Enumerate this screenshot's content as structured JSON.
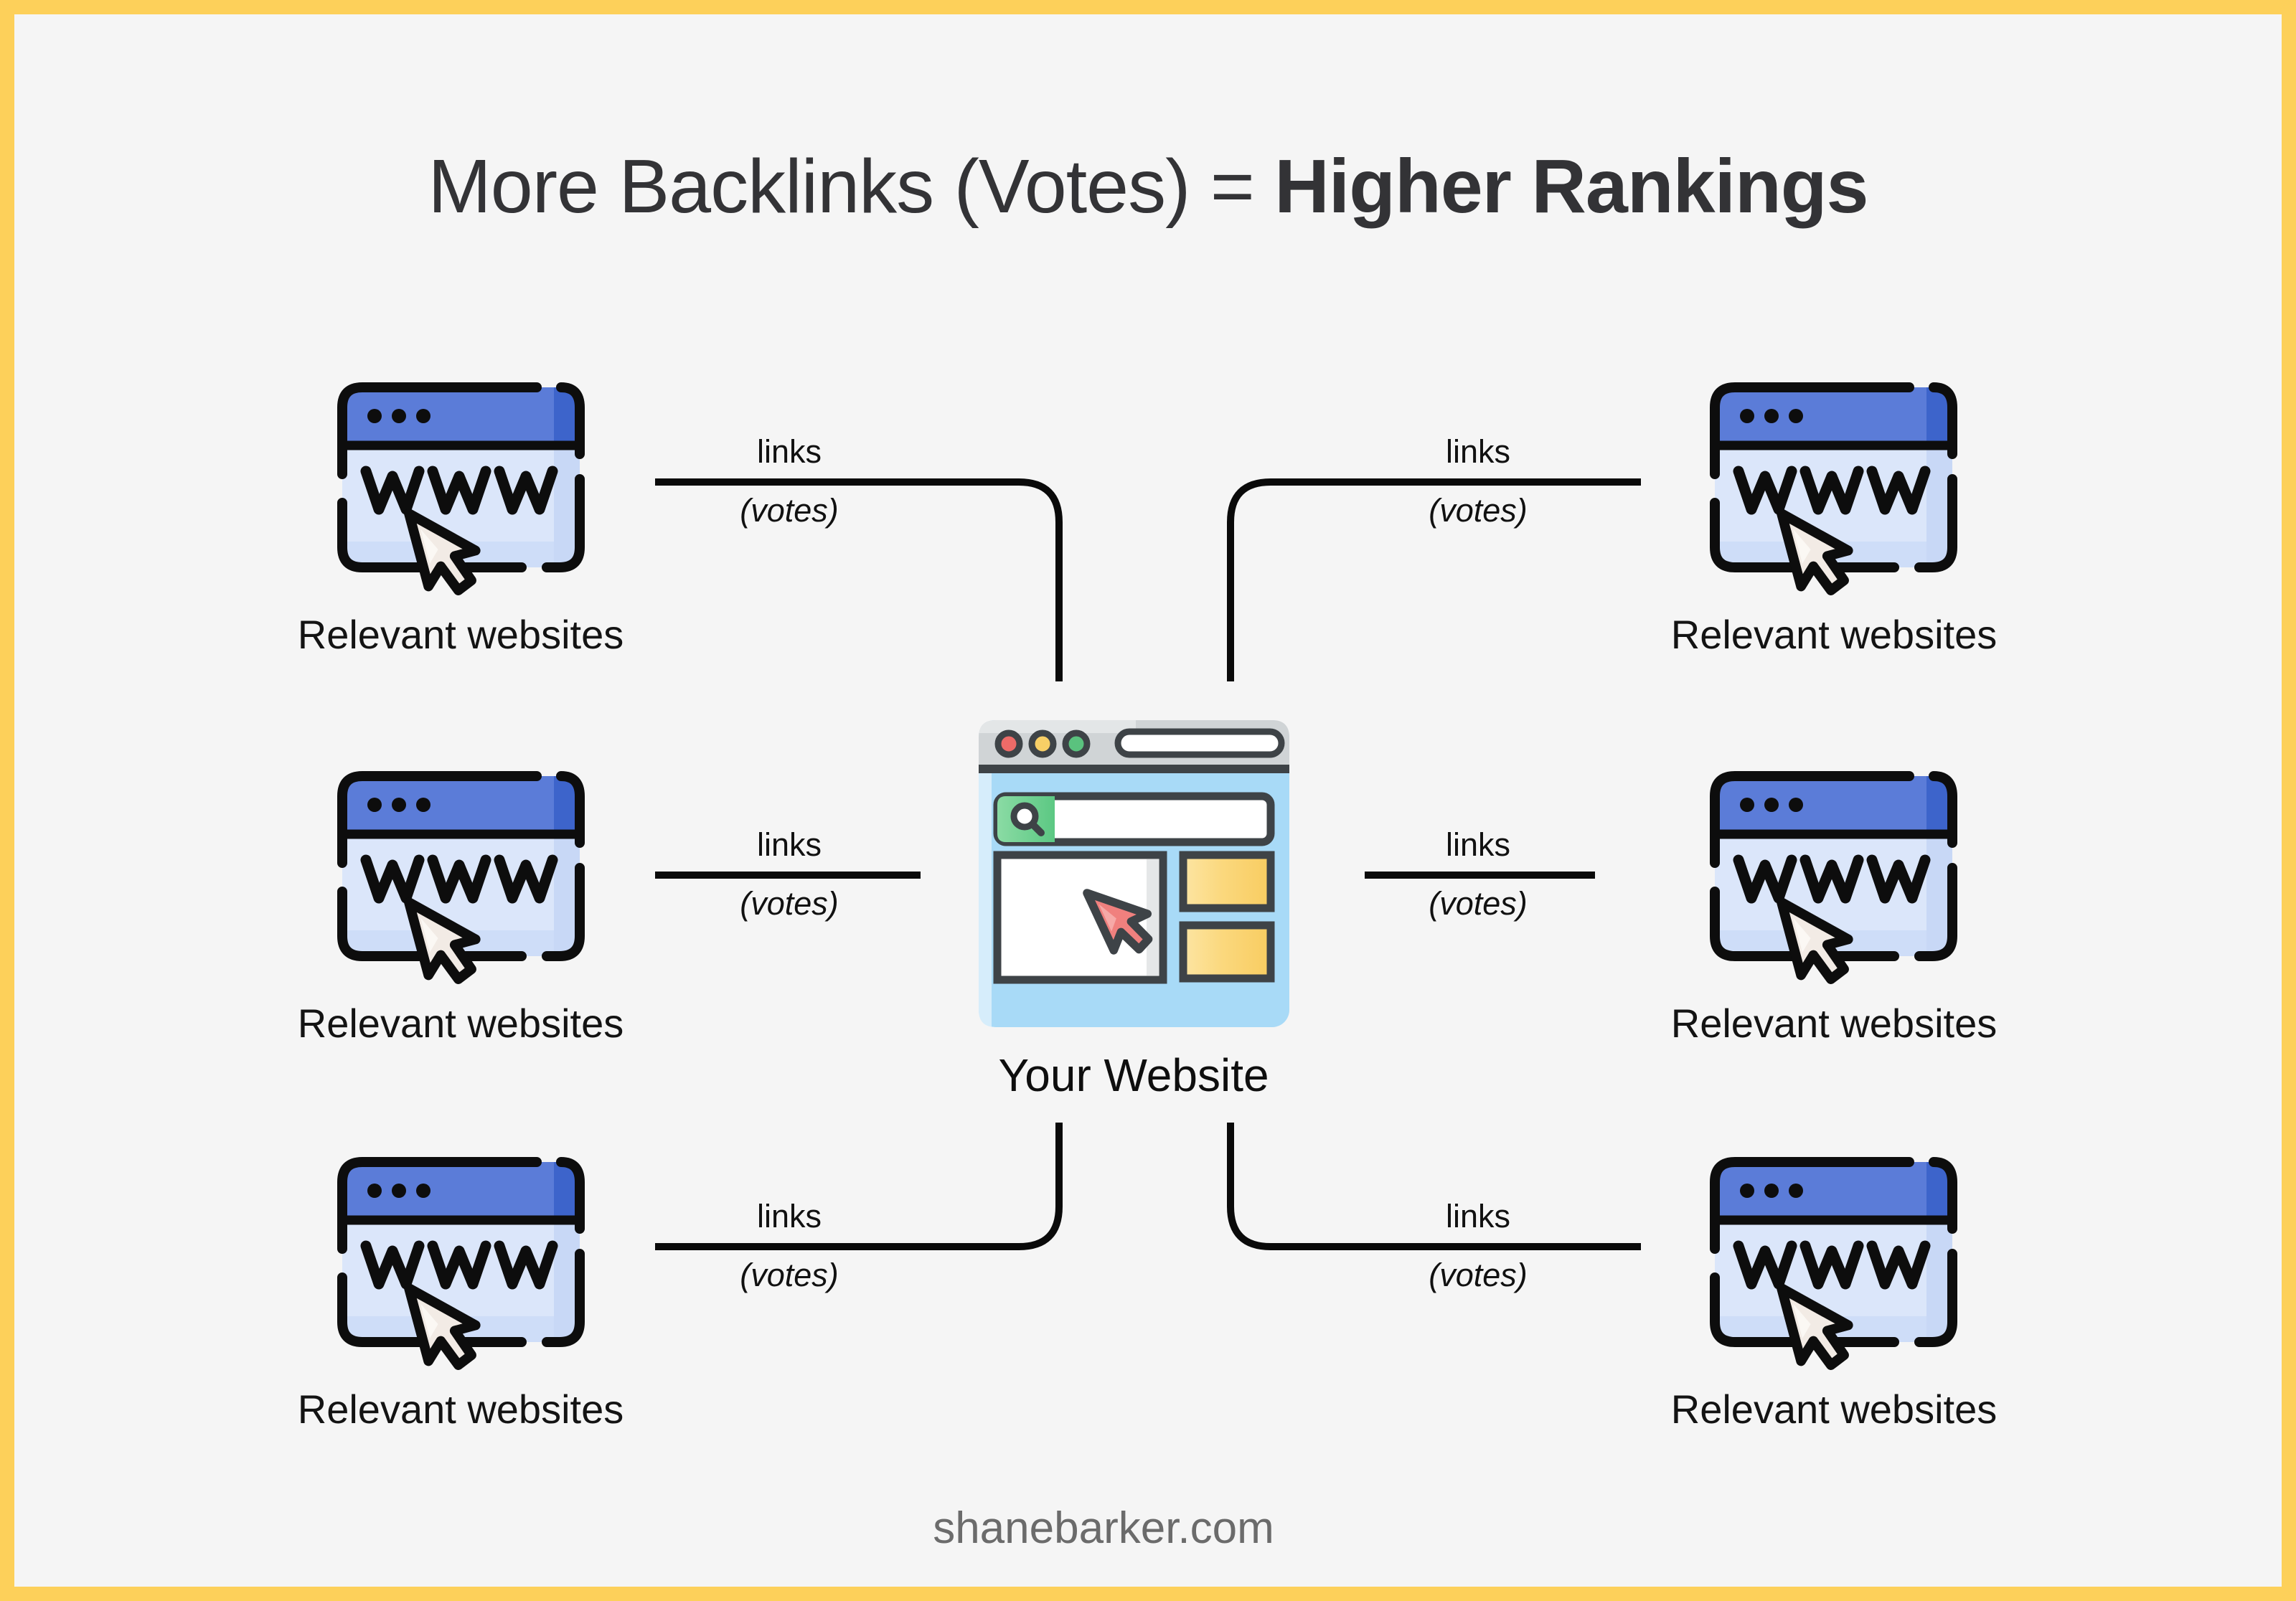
{
  "title": {
    "regular": "More Backlinks (Votes) = ",
    "bold": "Higher Rankings"
  },
  "footer": {
    "text": "shanebarker.com"
  },
  "center_node": {
    "label": "Your Website",
    "icon": "browser-window-with-search-and-cursor"
  },
  "nodes": [
    {
      "position": "top-left",
      "label": "Relevant websites",
      "icon": "www-browser-with-cursor"
    },
    {
      "position": "middle-left",
      "label": "Relevant websites",
      "icon": "www-browser-with-cursor"
    },
    {
      "position": "bottom-left",
      "label": "Relevant websites",
      "icon": "www-browser-with-cursor"
    },
    {
      "position": "top-right",
      "label": "Relevant websites",
      "icon": "www-browser-with-cursor"
    },
    {
      "position": "middle-right",
      "label": "Relevant websites",
      "icon": "www-browser-with-cursor"
    },
    {
      "position": "bottom-right",
      "label": "Relevant websites",
      "icon": "www-browser-with-cursor"
    }
  ],
  "connectors": [
    {
      "from": "top-left",
      "to": "your-website",
      "label": "links",
      "sublabel": "(votes)"
    },
    {
      "from": "middle-left",
      "to": "your-website",
      "label": "links",
      "sublabel": "(votes)"
    },
    {
      "from": "bottom-left",
      "to": "your-website",
      "label": "links",
      "sublabel": "(votes)"
    },
    {
      "from": "top-right",
      "to": "your-website",
      "label": "links",
      "sublabel": "(votes)"
    },
    {
      "from": "middle-right",
      "to": "your-website",
      "label": "links",
      "sublabel": "(votes)"
    },
    {
      "from": "bottom-right",
      "to": "your-website",
      "label": "links",
      "sublabel": "(votes)"
    }
  ],
  "colors": {
    "frame_border": "#FDD05A",
    "background": "#F5F5F5",
    "line": "#0A0A0A",
    "www_bar_blue": "#5B7CD8",
    "www_bar_blue_dark": "#3D64CB",
    "www_body_blue": "#DBE6FA",
    "www_outline": "#0D0D0D",
    "www_cursor": "#F2EBE5",
    "center_outline": "#3E4347",
    "center_bar_gray": "#D0D4D6",
    "center_body_blue": "#A8DAF7",
    "dot_red": "#ED6B68",
    "dot_yellow": "#F8CF66",
    "dot_green": "#5AC27E",
    "search_green": "#6FD092",
    "panel_yellow": "#FBD87D",
    "center_cursor_red": "#F0807E",
    "footer_gray": "#6B6B6B",
    "title_color": "#333336"
  }
}
